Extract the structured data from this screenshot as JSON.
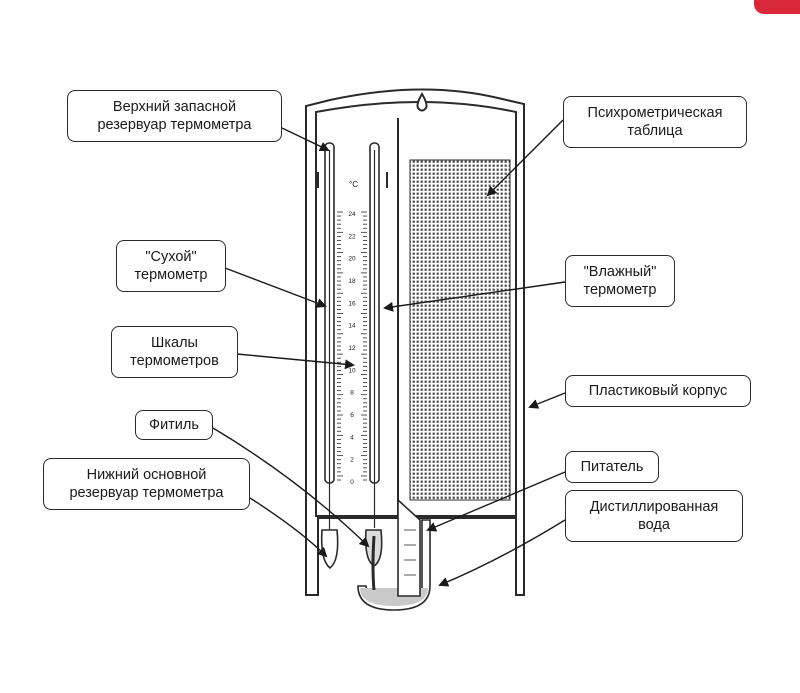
{
  "labels": {
    "upper_reservoir": [
      "Верхний запасной",
      "резервуар термометра"
    ],
    "dry_thermometer": [
      "\"Сухой\"",
      "термометр"
    ],
    "scales": [
      "Шкалы",
      "термометров"
    ],
    "wick": [
      "Фитиль"
    ],
    "lower_reservoir": [
      "Нижний основной",
      "резервуар термометра"
    ],
    "psychrometric_table": [
      "Психрометрическая",
      "таблица"
    ],
    "wet_thermometer": [
      "\"Влажный\"",
      "термометр"
    ],
    "plastic_case": [
      "Пластиковый корпус"
    ],
    "feeder": [
      "Питатель"
    ],
    "distilled_water": [
      "Дистиллированная",
      "вода"
    ]
  },
  "thermometer": {
    "unit": "°C",
    "scale_ticks": [
      "24",
      "22",
      "20",
      "18",
      "16",
      "14",
      "12",
      "10",
      "8",
      "6",
      "4",
      "2",
      "0"
    ]
  },
  "colors": {
    "line": "#2a2a2a",
    "badge": "#d9283a"
  }
}
